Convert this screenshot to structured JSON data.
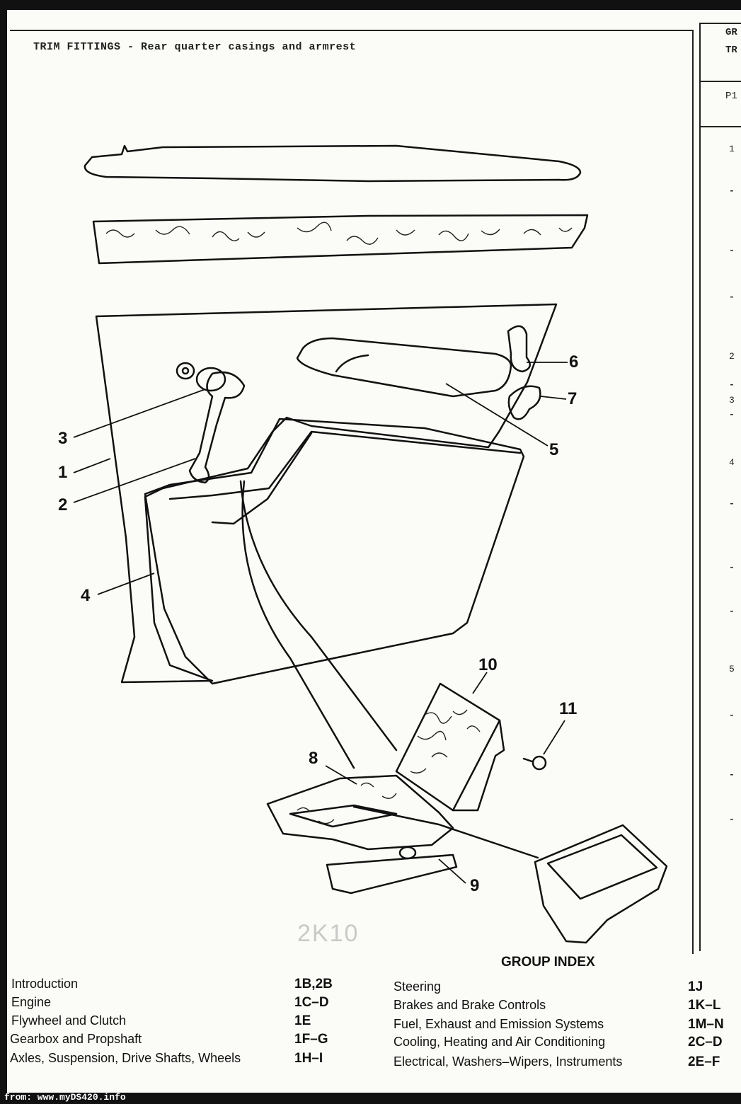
{
  "header": {
    "title": "TRIM FITTINGS - Rear quarter casings and armrest"
  },
  "right_column": {
    "head_line1": "GR",
    "head_line2": "TR",
    "sub_head": "P1",
    "numbers": [
      "1",
      "2",
      "3",
      "4",
      "5"
    ],
    "dash": "-"
  },
  "diagram": {
    "callouts": [
      "1",
      "2",
      "3",
      "4",
      "5",
      "6",
      "7",
      "8",
      "9",
      "10",
      "11"
    ],
    "stamp": "2K10"
  },
  "group_index": {
    "title": "GROUP INDEX",
    "left": [
      {
        "name": "Introduction",
        "code": "1B,2B"
      },
      {
        "name": "Engine",
        "code": "1C–D"
      },
      {
        "name": "Flywheel and Clutch",
        "code": "1E"
      },
      {
        "name": "Gearbox and Propshaft",
        "code": "1F–G"
      },
      {
        "name": "Axles, Suspension, Drive Shafts, Wheels",
        "code": "1H–I"
      }
    ],
    "right": [
      {
        "name": "Steering",
        "code": "1J"
      },
      {
        "name": "Brakes and Brake Controls",
        "code": "1K–L"
      },
      {
        "name": "Fuel, Exhaust and Emission Systems",
        "code": "1M–N"
      },
      {
        "name": "Cooling, Heating and Air Conditioning",
        "code": "2C–D"
      },
      {
        "name": "Electrical, Washers–Wipers, Instruments",
        "code": "2E–F"
      }
    ]
  },
  "footer": {
    "source": "from: www.myDS420.info"
  }
}
